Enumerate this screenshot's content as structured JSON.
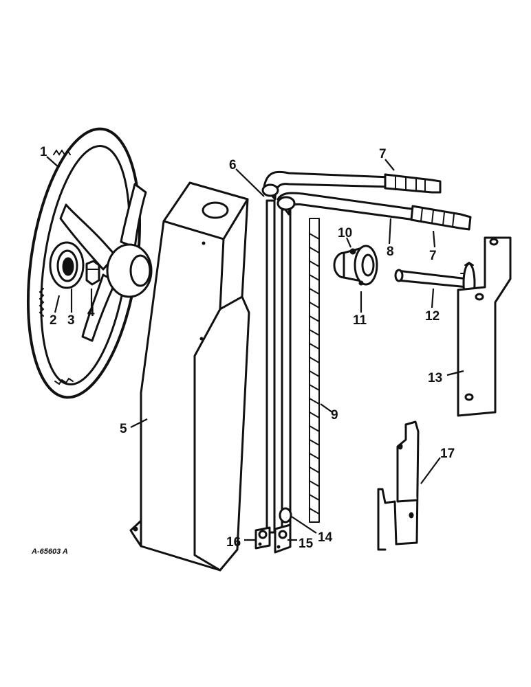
{
  "figure": {
    "reference": "A-65603 A",
    "callouts": [
      "1",
      "2",
      "3",
      "4",
      "5",
      "6",
      "7",
      "7",
      "8",
      "9",
      "10",
      "11",
      "12",
      "13",
      "14",
      "15",
      "16",
      "17"
    ]
  },
  "parts": [
    {
      "id": "1",
      "icon": "steering-wheel-icon"
    },
    {
      "id": "2",
      "icon": "bushing-icon"
    },
    {
      "id": "3",
      "icon": "bushing-icon"
    },
    {
      "id": "4",
      "icon": "nut-icon"
    },
    {
      "id": "5",
      "icon": "steering-column-housing-icon"
    },
    {
      "id": "6",
      "icon": "control-rod-icon"
    },
    {
      "id": "7",
      "icon": "handle-grip-icon"
    },
    {
      "id": "8",
      "icon": "control-rod-icon"
    },
    {
      "id": "9",
      "icon": "chain-icon"
    },
    {
      "id": "10",
      "icon": "fitting-icon"
    },
    {
      "id": "11",
      "icon": "bearing-icon"
    },
    {
      "id": "12",
      "icon": "sprocket-shaft-icon"
    },
    {
      "id": "13",
      "icon": "bracket-icon"
    },
    {
      "id": "14",
      "icon": "washer-icon"
    },
    {
      "id": "15",
      "icon": "clip-icon"
    },
    {
      "id": "16",
      "icon": "clip-icon"
    },
    {
      "id": "17",
      "icon": "bracket-icon"
    }
  ]
}
